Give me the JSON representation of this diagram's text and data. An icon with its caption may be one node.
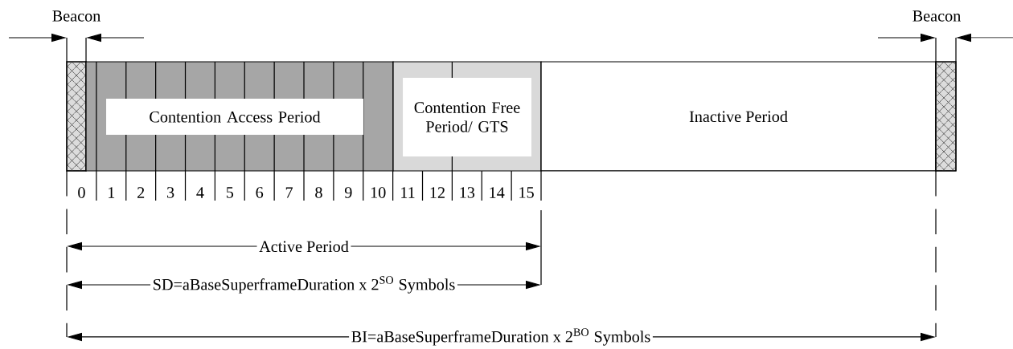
{
  "diagram": {
    "nodes": [
      {
        "text": [],
        "shape": "box",
        "beside": [
          "Beacon"
        ]
      },
      {
        "text": [
          "Contention Access Period"
        ]
      },
      {
        "text": [
          "Contention Free Period/ GTS"
        ]
      },
      {
        "text": [
          "Inactive Period"
        ]
      },
      {
        "text": [],
        "shape": "box",
        "beside": [
          "Beacon"
        ]
      }
    ],
    "labels": [
      "0",
      "1",
      "2",
      "3",
      "4",
      "5",
      "6",
      "7",
      "8",
      "9",
      "10",
      "11",
      "12",
      "13",
      "14",
      "15",
      "Active Period",
      "SD=aBaseSuperframeDuration x 2$^{SO}$ Symbols",
      "BI=aBaseSuperframeDuration x 2$^{BO}$ Symbols"
    ]
  }
}
